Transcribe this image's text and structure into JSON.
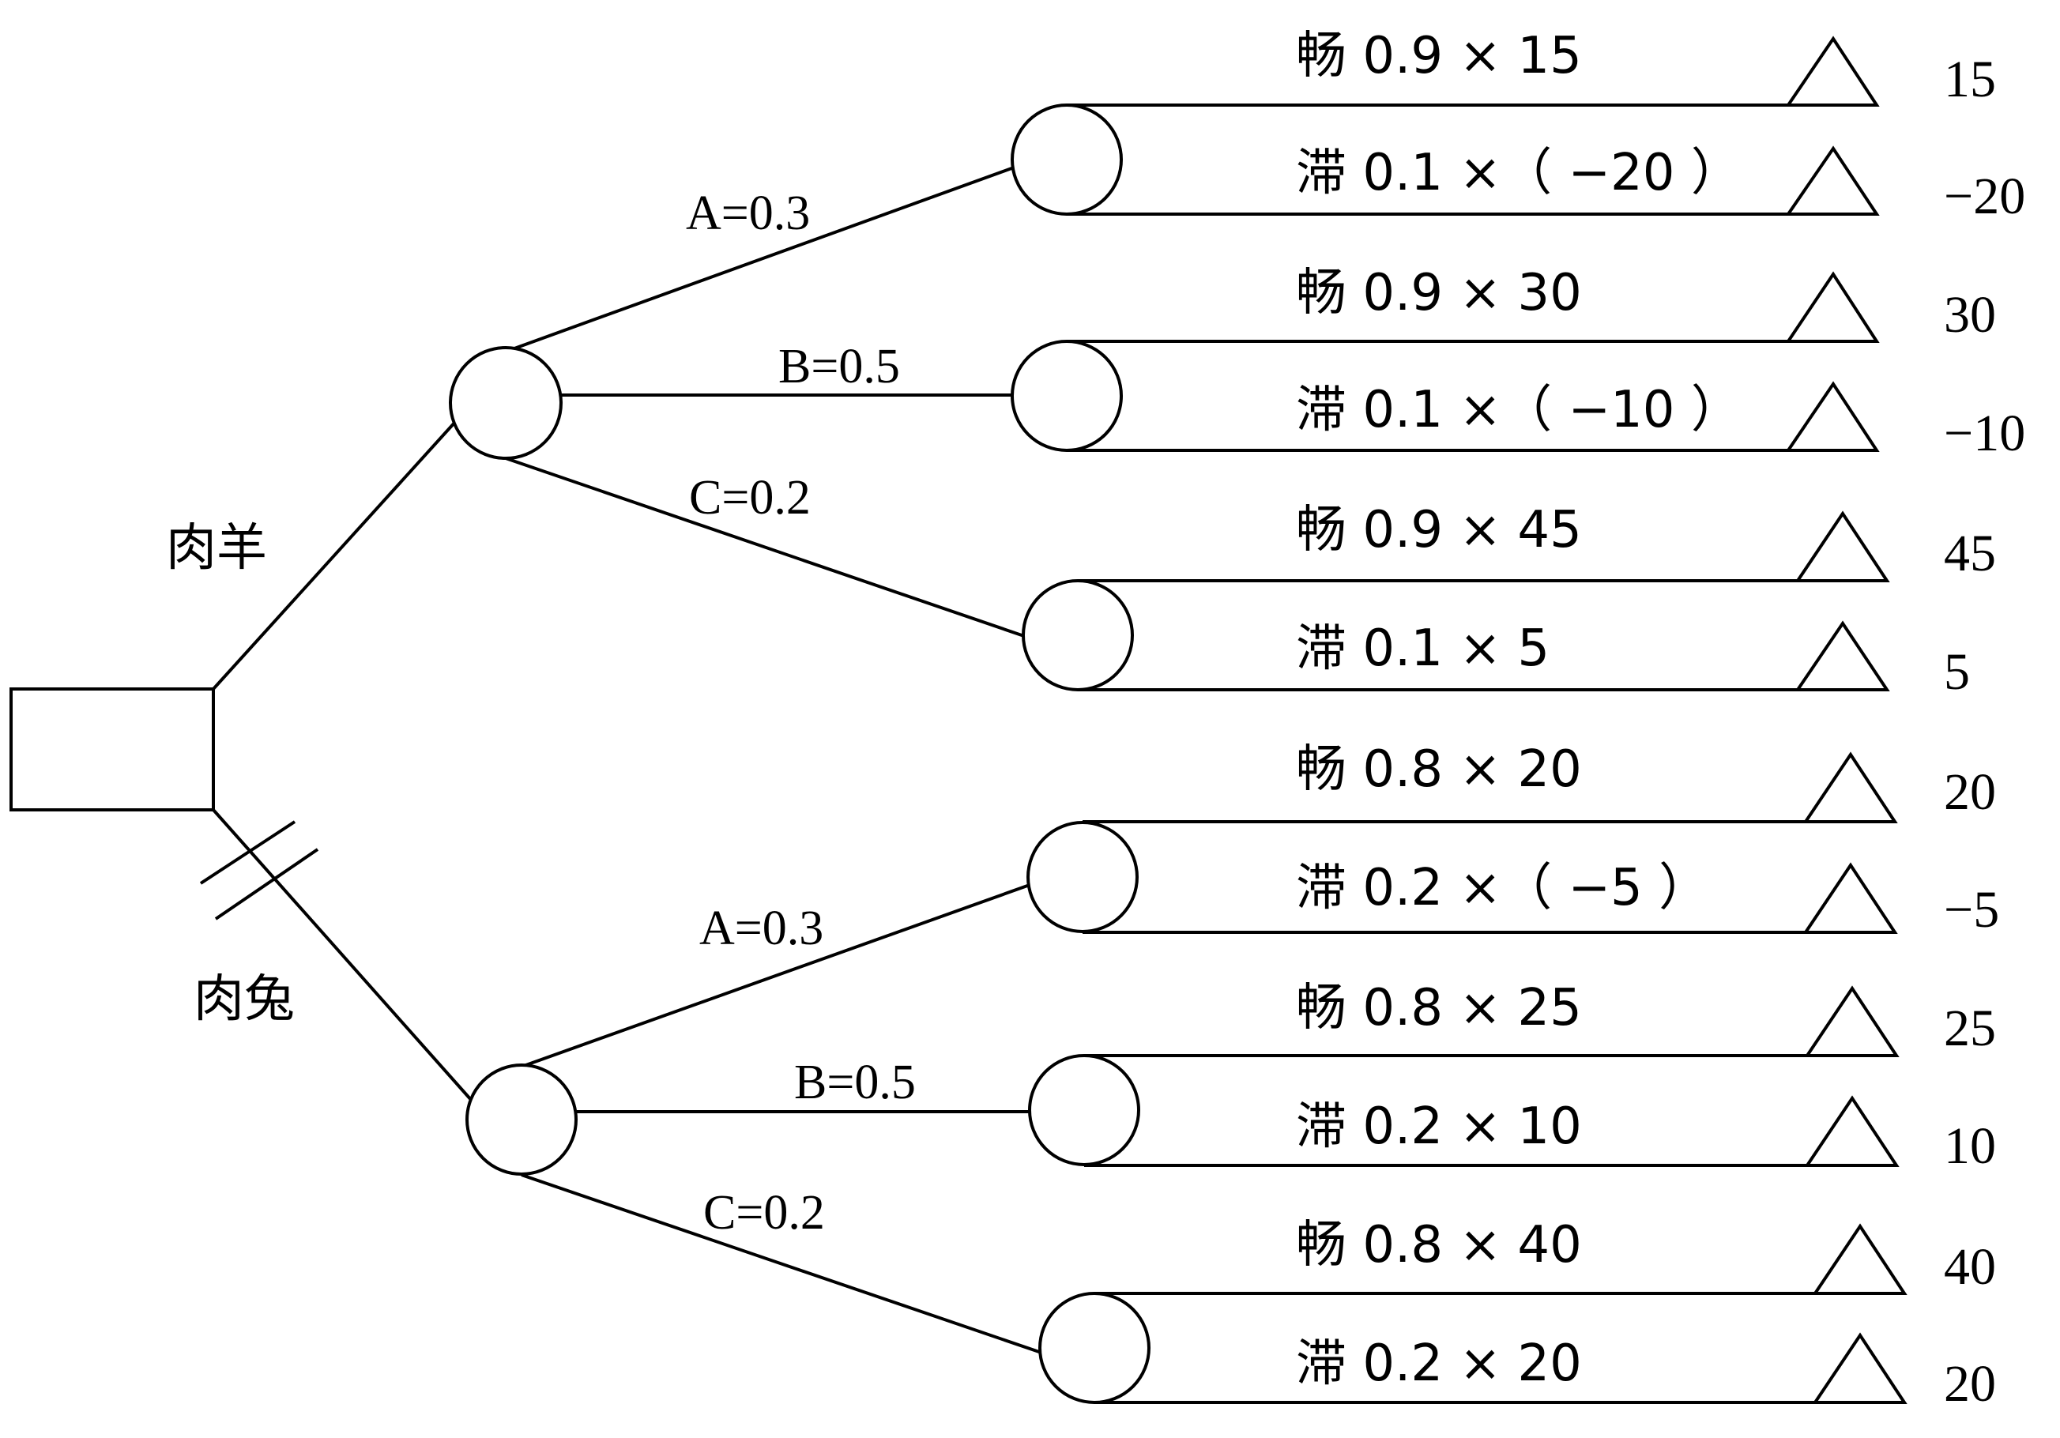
{
  "decision": {
    "branches": [
      {
        "label": "肉羊",
        "pruned": false,
        "states": [
          {
            "label": "A=0.3",
            "outcomes": [
              {
                "label": "畅 0.9 × 15",
                "payoff": "15"
              },
              {
                "label": "滞 0.1 ×（ −20 ）",
                "payoff": "−20"
              }
            ]
          },
          {
            "label": "B=0.5",
            "outcomes": [
              {
                "label": "畅 0.9 × 30",
                "payoff": "30"
              },
              {
                "label": "滞 0.1 ×（ −10 ）",
                "payoff": "−10"
              }
            ]
          },
          {
            "label": "C=0.2",
            "outcomes": [
              {
                "label": "畅 0.9 × 45",
                "payoff": "45"
              },
              {
                "label": "滞 0.1 × 5",
                "payoff": "5"
              }
            ]
          }
        ]
      },
      {
        "label": "肉兔",
        "pruned": true,
        "states": [
          {
            "label": "A=0.3",
            "outcomes": [
              {
                "label": "畅 0.8 × 20",
                "payoff": "20"
              },
              {
                "label": "滞 0.2 ×（ −5 ）",
                "payoff": "−5"
              }
            ]
          },
          {
            "label": "B=0.5",
            "outcomes": [
              {
                "label": "畅 0.8 × 25",
                "payoff": "25"
              },
              {
                "label": "滞 0.2 × 10",
                "payoff": "10"
              }
            ]
          },
          {
            "label": "C=0.2",
            "outcomes": [
              {
                "label": "畅 0.8 × 40",
                "payoff": "40"
              },
              {
                "label": "滞 0.2 × 20",
                "payoff": "20"
              }
            ]
          }
        ]
      }
    ]
  }
}
